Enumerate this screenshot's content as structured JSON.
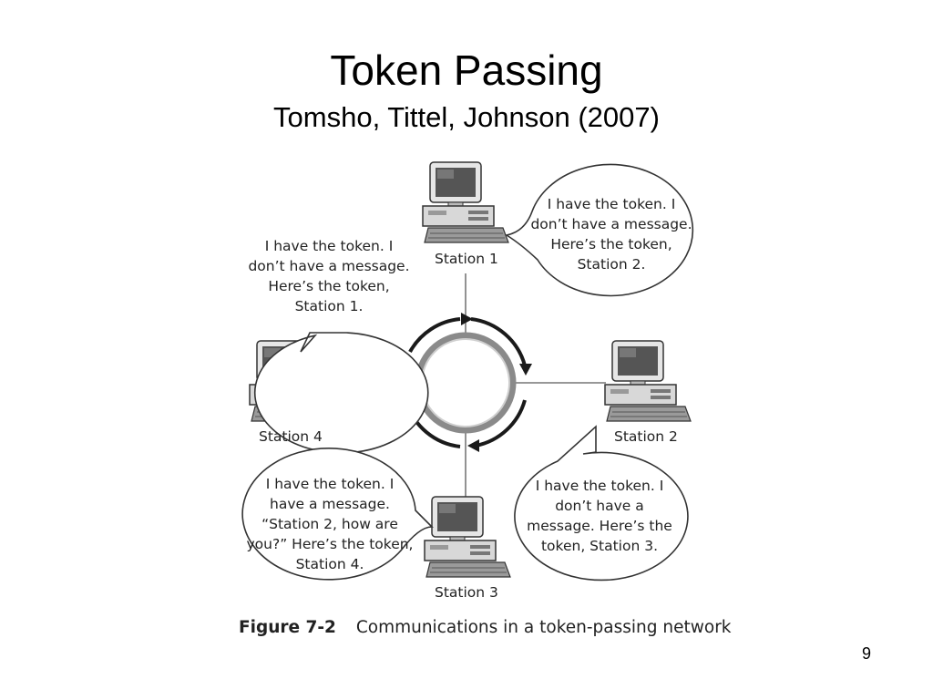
{
  "slide": {
    "title": "Token Passing",
    "subtitle": "Tomsho, Tittel, Johnson (2007)",
    "number": "9"
  },
  "figure": {
    "number": "Figure 7-2",
    "caption": "Communications in a token-passing network"
  },
  "stations": [
    {
      "label": "Station 1"
    },
    {
      "label": "Station 2"
    },
    {
      "label": "Station 3"
    },
    {
      "label": "Station 4"
    }
  ],
  "bubbles": {
    "station1": [
      "I have the token. I",
      "don’t have a message.",
      "Here’s the token,",
      "Station 2."
    ],
    "station4": [
      "I have the token. I",
      "don’t have a message.",
      "Here’s the token,",
      "Station 1."
    ],
    "station3": [
      "I have the token. I",
      "have a message.",
      "“Station 2, how are",
      "you?” Here’s the token,",
      "Station 4."
    ],
    "station2": [
      "I have the token. I",
      "don’t have a",
      "message. Here’s the",
      "token, Station 3."
    ]
  }
}
